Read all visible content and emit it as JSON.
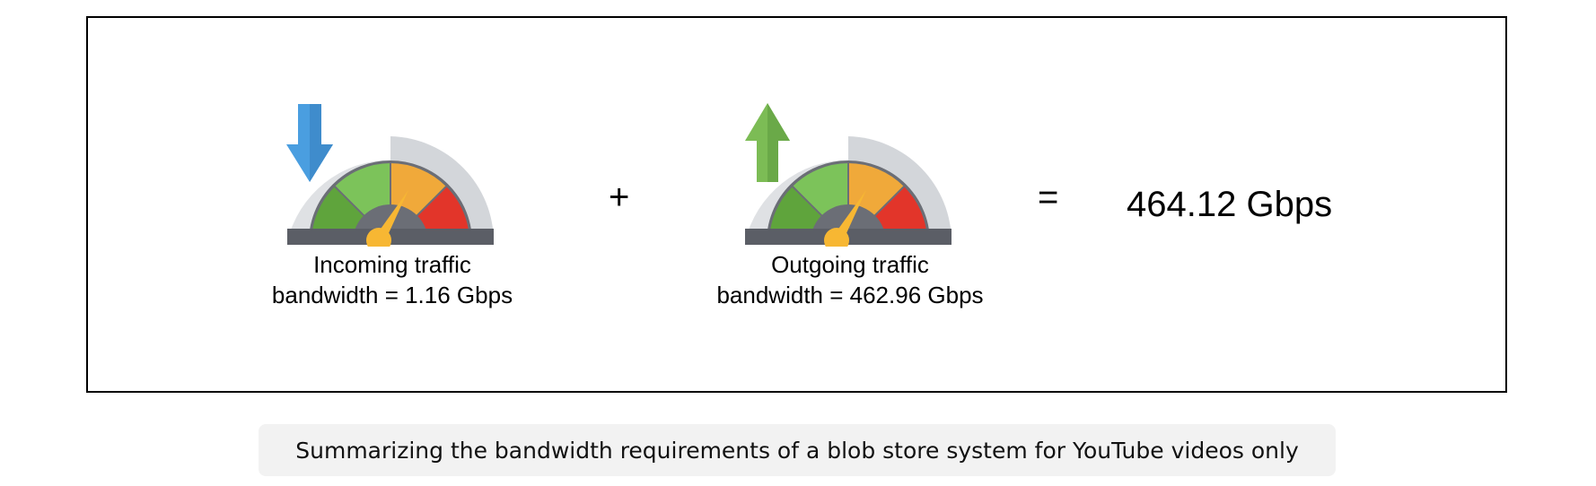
{
  "incoming": {
    "line1": "Incoming traffic",
    "line2": "bandwidth = 1.16 Gbps",
    "icon": "download-arrow-icon",
    "arrow_color": "#4a9ee0"
  },
  "outgoing": {
    "line1": "Outgoing traffic",
    "line2": "bandwidth = 462.96 Gbps",
    "icon": "upload-arrow-icon",
    "arrow_color": "#7cbc55"
  },
  "operators": {
    "plus": "+",
    "equals": "="
  },
  "total": "464.12 Gbps",
  "caption": "Summarizing the bandwidth requirements of a blob store system for YouTube videos only",
  "gauge_colors": {
    "rim": "#dfe1e4",
    "dark_green": "#5fa43c",
    "green": "#7cc35a",
    "orange": "#f0a93a",
    "red": "#e2352a",
    "hub": "#6b6e76",
    "base": "#5b5e66",
    "needle": "#f7b733"
  }
}
